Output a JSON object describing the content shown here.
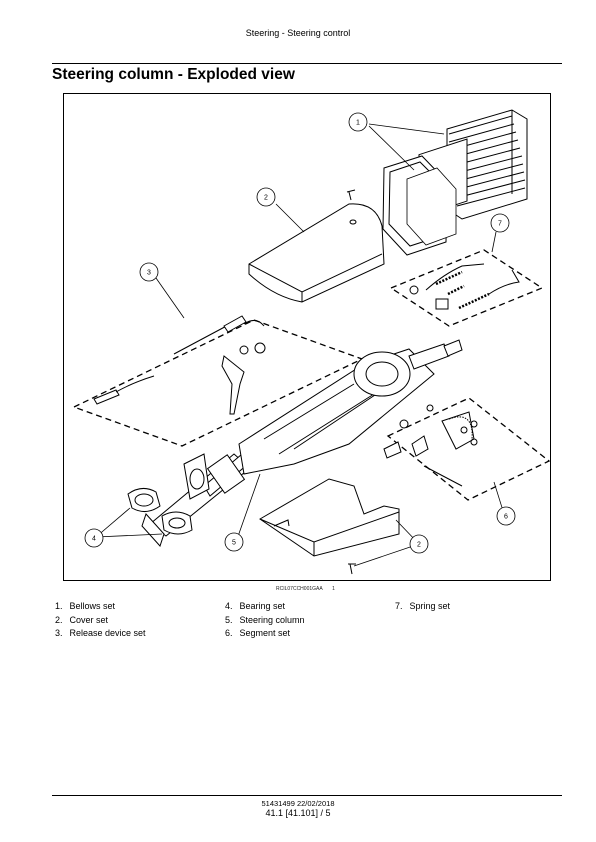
{
  "header": {
    "running_title": "Steering - Steering control"
  },
  "section": {
    "title": "Steering column - Exploded view"
  },
  "figure": {
    "reference_code": "RCIL07CCH001GAA",
    "reference_number": "1",
    "callouts": [
      "1",
      "2",
      "3",
      "4",
      "5",
      "6",
      "7",
      "2"
    ]
  },
  "legend": {
    "items": [
      {
        "num": "1.",
        "label": "Bellows set"
      },
      {
        "num": "4.",
        "label": "Bearing set"
      },
      {
        "num": "7.",
        "label": "Spring set"
      },
      {
        "num": "2.",
        "label": "Cover set"
      },
      {
        "num": "5.",
        "label": "Steering column"
      },
      {
        "num": "",
        "label": ""
      },
      {
        "num": "3.",
        "label": "Release device set"
      },
      {
        "num": "6.",
        "label": "Segment set"
      },
      {
        "num": "",
        "label": ""
      }
    ]
  },
  "footer": {
    "doc_id": "51431499 22/02/2018",
    "page": "41.1 [41.101] / 5"
  }
}
